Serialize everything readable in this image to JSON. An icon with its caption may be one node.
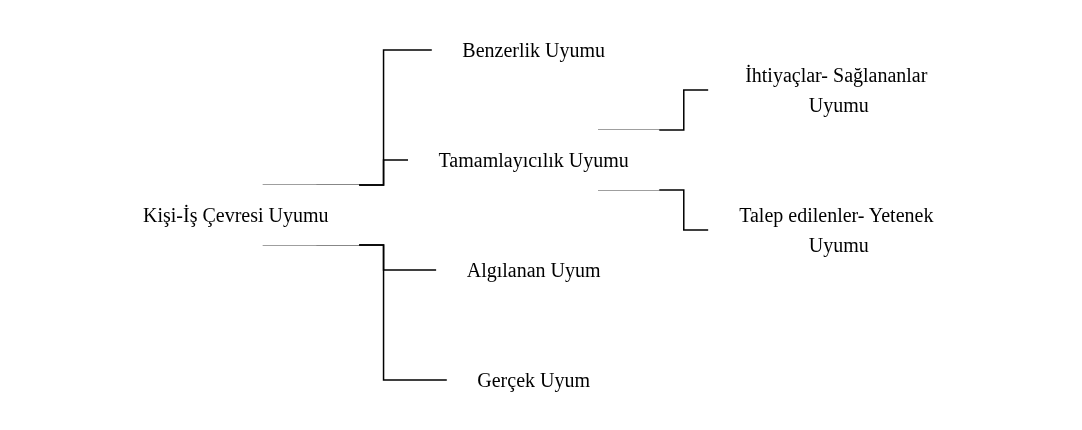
{
  "diagram": {
    "nodes": [
      {
        "text": [
          "Kişi-İş Çevresi Uyumu"
        ]
      },
      {
        "text": [
          "Benzerlik Uyumu"
        ]
      },
      {
        "text": [
          "Tamamlayıcılık Uyumu"
        ]
      },
      {
        "text": [
          "İhtiyaçlar- Sağlananlar Uyumu"
        ]
      },
      {
        "text": [
          "Talep edilenler- Yetenek Uyumu"
        ]
      },
      {
        "text": [
          "Algılanan Uyum"
        ]
      },
      {
        "text": [
          "Gerçek Uyum"
        ]
      }
    ],
    "edges": [
      {
        "from": 0,
        "to": 1,
        "arrow": "none"
      },
      {
        "from": 0,
        "to": 2,
        "arrow": "none"
      },
      {
        "from": 2,
        "to": 3,
        "arrow": "none"
      },
      {
        "from": 2,
        "to": 4,
        "arrow": "none"
      },
      {
        "from": 0,
        "to": 5,
        "arrow": "none"
      },
      {
        "from": 0,
        "to": 6,
        "arrow": "none"
      }
    ]
  }
}
